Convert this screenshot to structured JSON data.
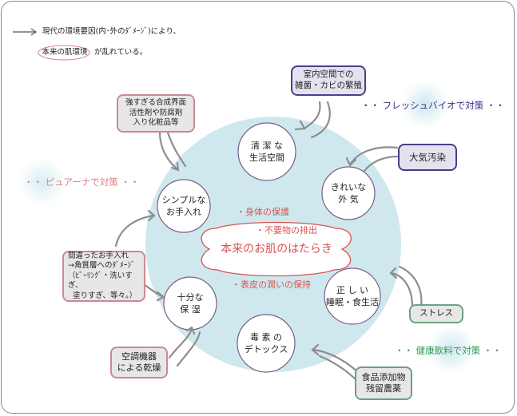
{
  "legend": {
    "line1": "現代の環境要因(内･外のﾀﾞﾒｰｼﾞ)により、",
    "line2_term": "本来の肌環境",
    "line2_rest": "が乱れている。"
  },
  "center": {
    "title": "本来のお肌のはたらき",
    "functions": [
      "・身体の保護",
      "・不要物の排出",
      "・表皮の潤いの保持"
    ]
  },
  "circles": {
    "clean": [
      "清 潔 な",
      "生活空間"
    ],
    "air": [
      "きれいな",
      "外 気"
    ],
    "sleep": [
      "正 し い",
      "睡眠・食生活"
    ],
    "detox": [
      "毒 素 の",
      "デトックス"
    ],
    "moist": [
      "十分な",
      "保 湿"
    ],
    "simple": [
      "シンプルな",
      "お手入れ"
    ]
  },
  "factors": {
    "mold": [
      "室内空間での",
      "雑菌・カビの繁殖"
    ],
    "pollution": "大気汚染",
    "stress": "ストレス",
    "food": [
      "食品添加物",
      "残留農薬"
    ],
    "dry": [
      "空調機器",
      "による乾燥"
    ],
    "wrong_care": [
      "間違ったお手入れ",
      "→角質層へのﾀﾞﾒｰｼﾞ",
      "（ﾋﾟｰﾘﾝｸﾞ・洗いすぎ、",
      "塗りすぎ、等々。）"
    ],
    "chemicals": [
      "強すぎる合成界面",
      "活性剤や防腐剤",
      "入り化粧品等"
    ]
  },
  "solutions": {
    "fresh": "・・ フレッシュバイオで対策 ・・",
    "pure": "・・ ピュアーナで対策 ・・",
    "drink": "・・ 健康飲料で対策 ・・"
  },
  "colors": {
    "big_circle": "#cfe8ee",
    "center_text": "#d9534f",
    "fresh": "#3a2f8f",
    "pure": "#e07e86",
    "drink": "#2e9a57"
  }
}
